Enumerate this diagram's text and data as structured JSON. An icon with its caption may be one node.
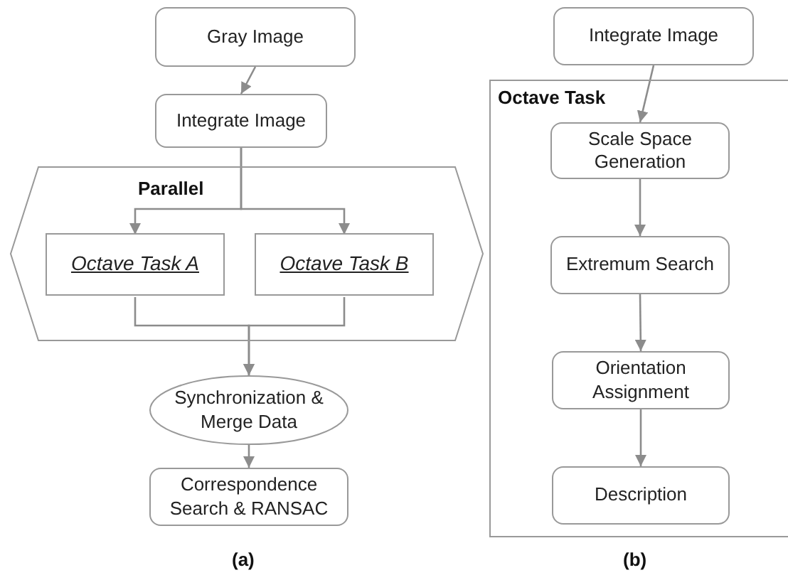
{
  "diagram": {
    "nodes": [
      {
        "text": [
          "Gray Image"
        ]
      },
      {
        "text": [
          "Integrate Image"
        ]
      },
      {
        "text": [
          "Parallel"
        ]
      },
      {
        "text": [
          "Octave Task A"
        ],
        "in": 2
      },
      {
        "text": [
          "Octave Task B"
        ],
        "in": 2
      },
      {
        "text": [
          "Synchronization & Merge Data"
        ]
      },
      {
        "text": [
          "Correspondence Search & RANSAC"
        ]
      },
      {
        "text": [
          "Integrate Image"
        ]
      },
      {
        "text": [
          "Octave Task"
        ]
      },
      {
        "text": [
          "Scale Space Generation"
        ],
        "in": 8
      },
      {
        "text": [
          "Extremum Search"
        ],
        "in": 8
      },
      {
        "text": [
          "Orientation Assignment"
        ],
        "in": 8
      },
      {
        "text": [
          "Description"
        ],
        "in": 8
      }
    ],
    "edges": [
      {
        "from": 0,
        "to": 1,
        "arrow": "to"
      },
      {
        "from": 1,
        "to": 3,
        "arrow": "to"
      },
      {
        "from": 1,
        "to": 4,
        "arrow": "to"
      },
      {
        "from": 3,
        "to": 5,
        "arrow": "to"
      },
      {
        "from": 4,
        "to": 5,
        "arrow": "to"
      },
      {
        "from": 5,
        "to": 6,
        "arrow": "to"
      },
      {
        "from": 7,
        "to": 9,
        "arrow": "to"
      },
      {
        "from": 9,
        "to": 10,
        "arrow": "to"
      },
      {
        "from": 10,
        "to": 11,
        "arrow": "to"
      },
      {
        "from": 11,
        "to": 12,
        "arrow": "to"
      }
    ],
    "labels": [
      "(a)",
      "(b)"
    ]
  }
}
